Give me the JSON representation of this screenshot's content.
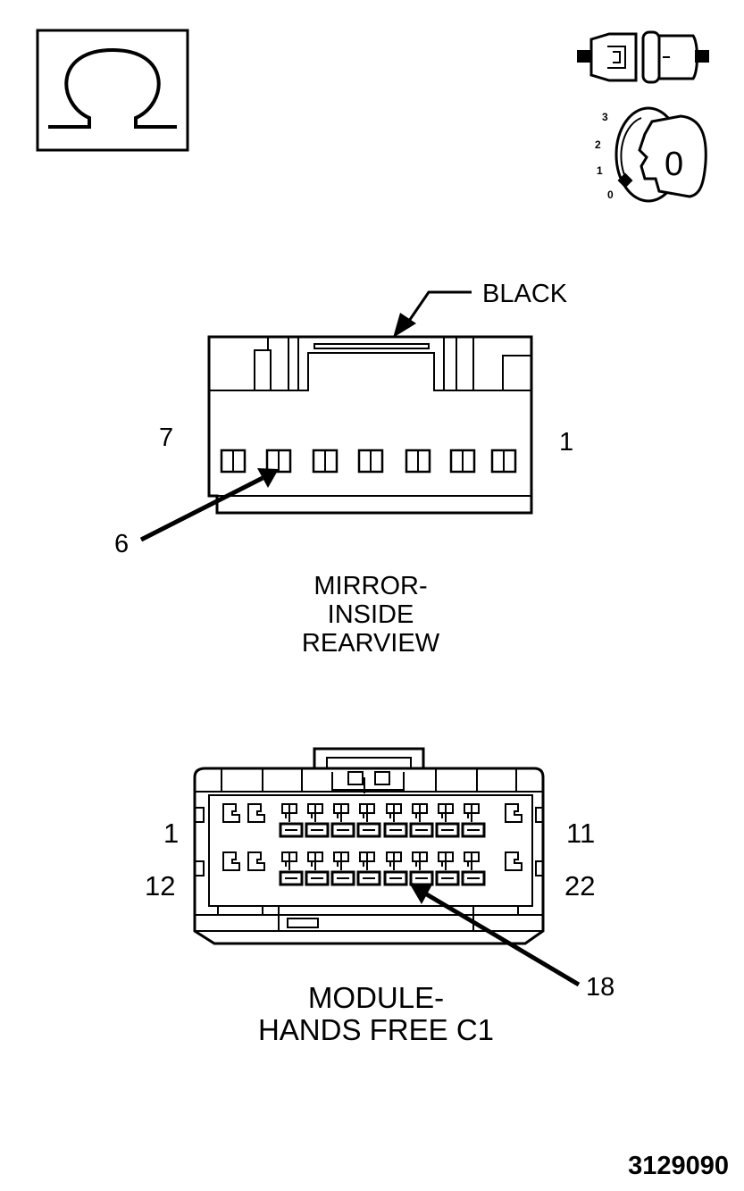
{
  "symbols": {
    "ohm_meter": {
      "icon": "ohm-symbol-icon"
    },
    "connector_disconnect": {
      "icon": "disconnected-connector-icon"
    },
    "ignition": {
      "icon": "ignition-key-icon",
      "positions": [
        "3",
        "2",
        "1",
        "0"
      ],
      "key_position": "0"
    }
  },
  "connector_mirror": {
    "color_label": "BLACK",
    "pin_left": "7",
    "pin_right": "1",
    "callout_pin": "6",
    "title_lines": [
      "MIRROR-",
      "INSIDE",
      "REARVIEW"
    ]
  },
  "connector_module": {
    "pin_top_left": "1",
    "pin_top_right": "11",
    "pin_bottom_left": "12",
    "pin_bottom_right": "22",
    "callout_pin": "18",
    "title_lines": [
      "MODULE-",
      "HANDS FREE C1"
    ]
  },
  "figure_number": "3129090"
}
